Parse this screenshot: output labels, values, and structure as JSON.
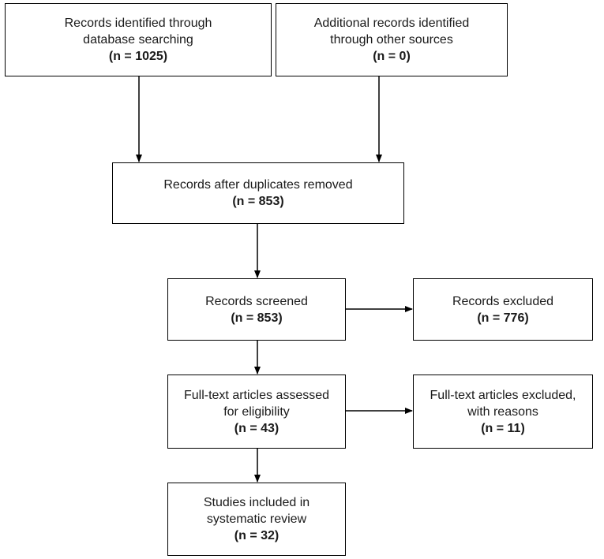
{
  "boxes": {
    "identified_db": {
      "lines": [
        "Records identified through",
        "database searching"
      ],
      "count": "(n = 1025)"
    },
    "identified_other": {
      "lines": [
        "Additional records identified",
        "through other sources"
      ],
      "count": "(n = 0)"
    },
    "after_duplicates": {
      "lines": [
        "Records after duplicates removed"
      ],
      "count": "(n = 853)"
    },
    "screened": {
      "lines": [
        "Records screened"
      ],
      "count": "(n = 853)"
    },
    "excluded": {
      "lines": [
        "Records excluded"
      ],
      "count": "(n = 776)"
    },
    "fulltext_assessed": {
      "lines": [
        "Full-text articles assessed",
        "for eligibility"
      ],
      "count": "(n = 43)"
    },
    "fulltext_excluded": {
      "lines": [
        "Full-text articles excluded,",
        "with reasons"
      ],
      "count": "(n = 11)"
    },
    "included": {
      "lines": [
        "Studies included in",
        "systematic review"
      ],
      "count": "(n = 32)"
    }
  },
  "colors": {
    "border": "#000000",
    "text": "#1a1a1a",
    "background": "#ffffff"
  }
}
